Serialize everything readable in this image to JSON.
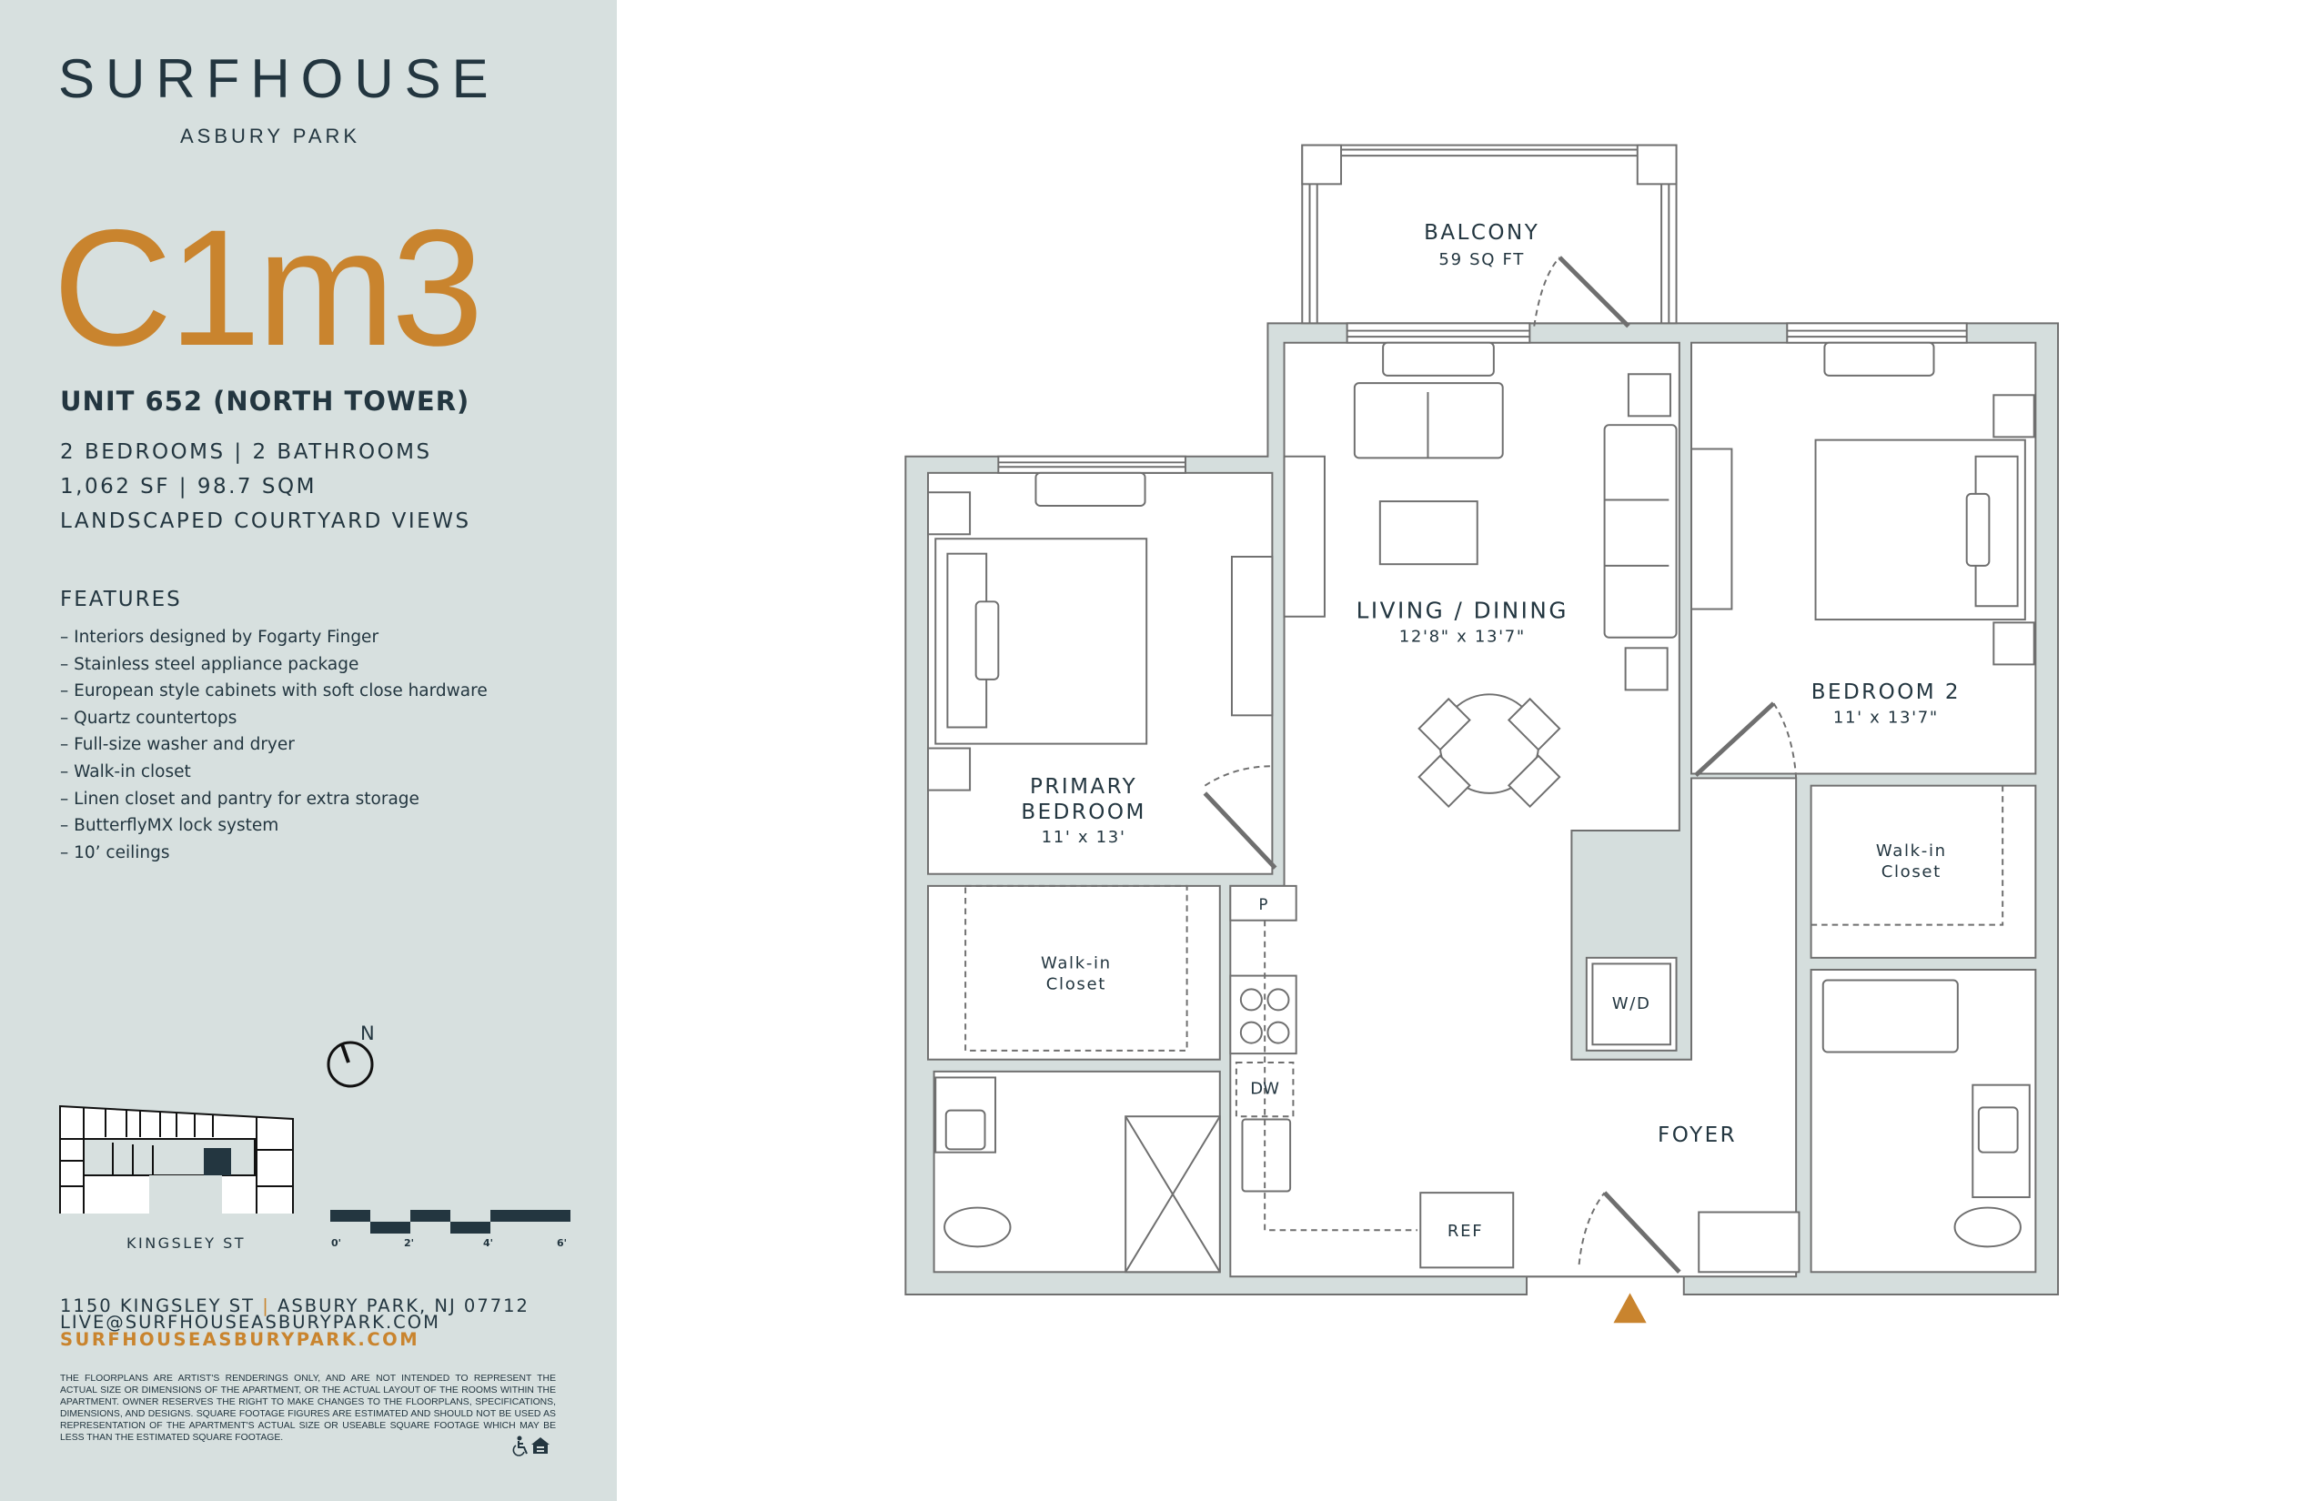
{
  "brand": {
    "name": "SURFHOUSE",
    "location": "ASBURY PARK"
  },
  "unit": {
    "code": "C1m3",
    "title": "UNIT 652 (NORTH TOWER)",
    "specs": [
      "2 BEDROOMS | 2 BATHROOMS",
      "1,062 SF | 98.7 SQM",
      "LANDSCAPED COURTYARD VIEWS"
    ]
  },
  "features": {
    "heading": "FEATURES",
    "items": [
      "– Interiors designed by Fogarty Finger",
      "– Stainless steel appliance package",
      "– European style cabinets with soft close hardware",
      "– Quartz countertops",
      "– Full-size washer and dryer",
      "– Walk-in closet",
      "– Linen closet and pantry for extra storage",
      "– ButterflyMX lock system",
      "– 10’ ceilings"
    ]
  },
  "compass": {
    "label": "N"
  },
  "site_map": {
    "street": "KINGSLEY ST"
  },
  "scale_bar": {
    "ticks": [
      "0'",
      "2'",
      "4'",
      "6'"
    ]
  },
  "contact": {
    "street": "1150 KINGSLEY ST",
    "separator": "|",
    "city": "ASBURY PARK, NJ 07712",
    "email": "LIVE@SURFHOUSEASBURYPARK.COM",
    "website": "SURFHOUSEASBURYPARK.COM"
  },
  "disclaimer": "The floorplans are artist's renderings only, and are not intended to represent the actual size or dimensions of the apartment, or the actual layout of the rooms within the apartment. Owner reserves the right to make changes to the floorplans, specifications, dimensions, and designs. Square footage figures are estimated and should not be used as representation of the apartment's actual size or useable square footage which may be less than the estimated square footage.",
  "plan": {
    "balcony": {
      "name": "BALCONY",
      "size": "59 SQ FT"
    },
    "living": {
      "name": "LIVING / DINING",
      "size": "12'8\" x 13'7\""
    },
    "primary": {
      "name1": "PRIMARY",
      "name2": "BEDROOM",
      "size": "11' x 13'"
    },
    "bedroom2": {
      "name": "BEDROOM 2",
      "size": "11' x 13'7\""
    },
    "closet1": {
      "l1": "Walk-in",
      "l2": "Closet"
    },
    "closet2": {
      "l1": "Walk-in",
      "l2": "Closet"
    },
    "foyer": "FOYER",
    "wd": "W/D",
    "ref": "REF",
    "dw": "DW",
    "pantry": "P"
  },
  "colors": {
    "accent": "#c9842e",
    "text": "#233640",
    "panel": "#d7e0df",
    "wall": "#d5dedd"
  }
}
